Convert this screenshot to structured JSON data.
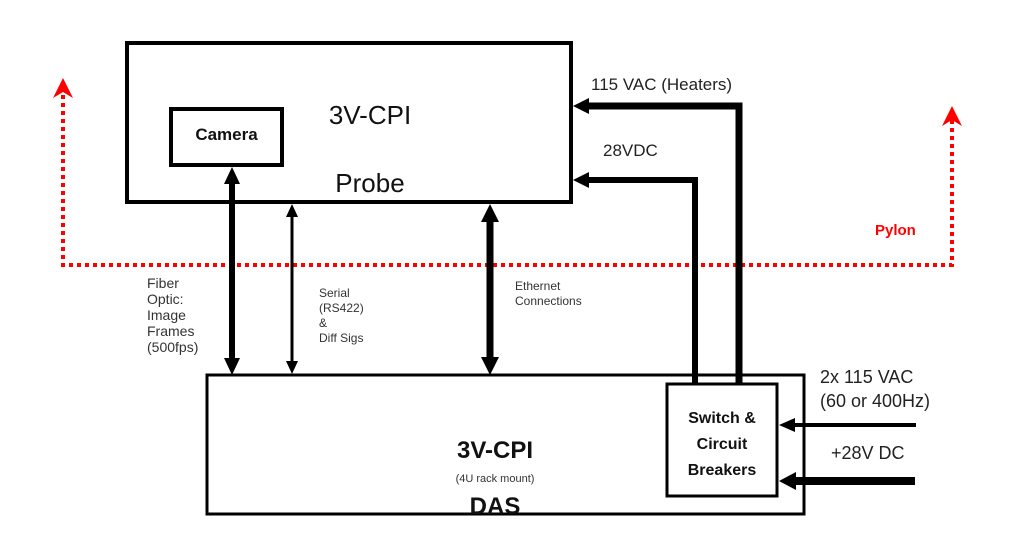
{
  "colors": {
    "line": "#000000",
    "pylon": "#ff0000",
    "background": "#ffffff"
  },
  "probe": {
    "title_line1": "3V-CPI",
    "title_line2": "Probe",
    "camera_label": "Camera"
  },
  "das": {
    "title_line1": "3V-CPI",
    "title_line2": "DAS",
    "subtitle": "(4U rack mount)",
    "switch_label": "Switch &\nCircuit\nBreakers"
  },
  "connections": {
    "fiber": "Fiber\nOptic:\nImage\nFrames\n(500fps)",
    "serial": "Serial\n(RS422)\n&\nDiff Sigs",
    "ethernet": "Ethernet\nConnections",
    "heaters": "115 VAC (Heaters)",
    "dc28": "28VDC"
  },
  "inputs": {
    "ac": "2x 115 VAC\n(60 or 400Hz)",
    "dc": "+28V DC"
  },
  "pylon": {
    "label": "Pylon"
  }
}
